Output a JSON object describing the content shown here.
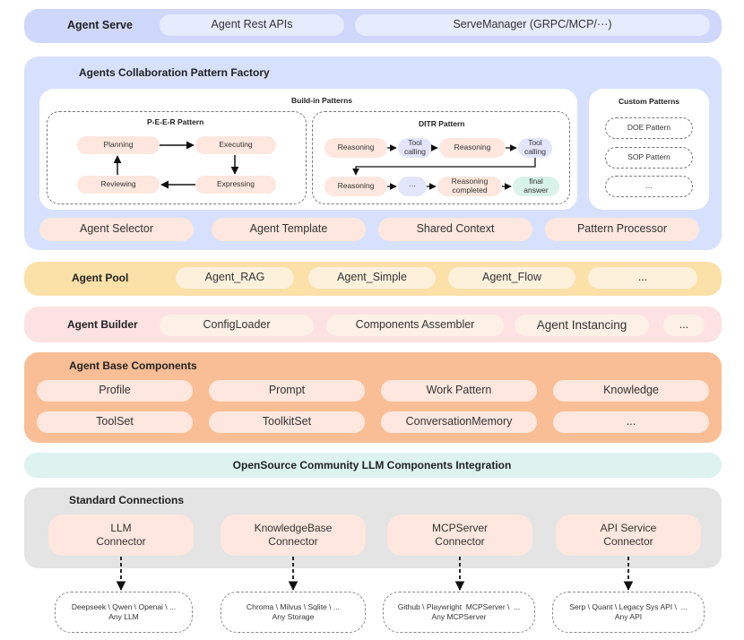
{
  "colors": {
    "serve_band": "#cfd8fb",
    "factory_band": "#d7e1fd",
    "pool_band": "#fbe0a8",
    "builder_band": "#fde2e4",
    "base_band": "#f9be95",
    "community_band": "#dcf3ee",
    "standard_band": "#e4e4e4",
    "pink_pill": "#fde7de",
    "lavender_pill": "#e3e5fb",
    "mint_pill": "#d9f3ea"
  },
  "serve": {
    "label": "Agent Serve",
    "items": [
      "Agent Rest APIs",
      "ServeManager (GRPC/MCP/···)"
    ]
  },
  "factory": {
    "label": "Agents Collaboration Pattern Factory",
    "buildin": {
      "label": "Build-in Patterns",
      "peer": {
        "label": "P-E-E-R Pattern",
        "nodes": {
          "planning": "Planning",
          "executing": "Executing",
          "expressing": "Expressing",
          "reviewing": "Reviewing"
        }
      },
      "ditr": {
        "label": "DITR  Pattern",
        "nodes": {
          "reasoning1": "Reasoning",
          "tool1": "Tool\ncalling",
          "reasoning2": "Reasoning",
          "tool2": "Tool\ncalling",
          "reasoning3": "Reasoning",
          "dots": "···",
          "completed": "Reasoning\ncompleted",
          "final": "final\nanswer"
        }
      }
    },
    "custom": {
      "label": "Custom Patterns",
      "items": [
        "DOE Pattern",
        "SOP Pattern",
        "..."
      ]
    },
    "bottom": [
      "Agent Selector",
      "Agent Template",
      "Shared Context",
      "Pattern Processor"
    ]
  },
  "pool": {
    "label": "Agent Pool",
    "items": [
      "Agent_RAG",
      "Agent_Simple",
      "Agent_Flow",
      "..."
    ]
  },
  "builder": {
    "label": "Agent Builder",
    "items": [
      "ConfigLoader",
      "Components Assembler",
      "Agent Instancing",
      "..."
    ]
  },
  "base": {
    "label": "Agent Base Components",
    "row1": [
      "Profile",
      "Prompt",
      "Work Pattern",
      "Knowledge"
    ],
    "row2": [
      "ToolSet",
      "ToolkitSet",
      "ConversationMemory",
      "..."
    ]
  },
  "community": {
    "label": "OpenSource Community LLM Components Integration"
  },
  "standard": {
    "label": "Standard Connections",
    "connectors": [
      "LLM\nConnector",
      "KnowledgeBase\nConnector",
      "MCPServer\nConnector",
      "API Service\nConnector"
    ],
    "targets": [
      "Deepseek \\ Qwen \\ Openai \\ ...\nAny LLM",
      "Chroma \\ Milvus \\ Sqlite \\ ...\nAny Storage",
      "Github \\ Playwright  MCPServer \\  ...\nAny MCPServer",
      "Serp \\ Quant \\ Legacy Sys API \\  ...\nAny API"
    ]
  }
}
